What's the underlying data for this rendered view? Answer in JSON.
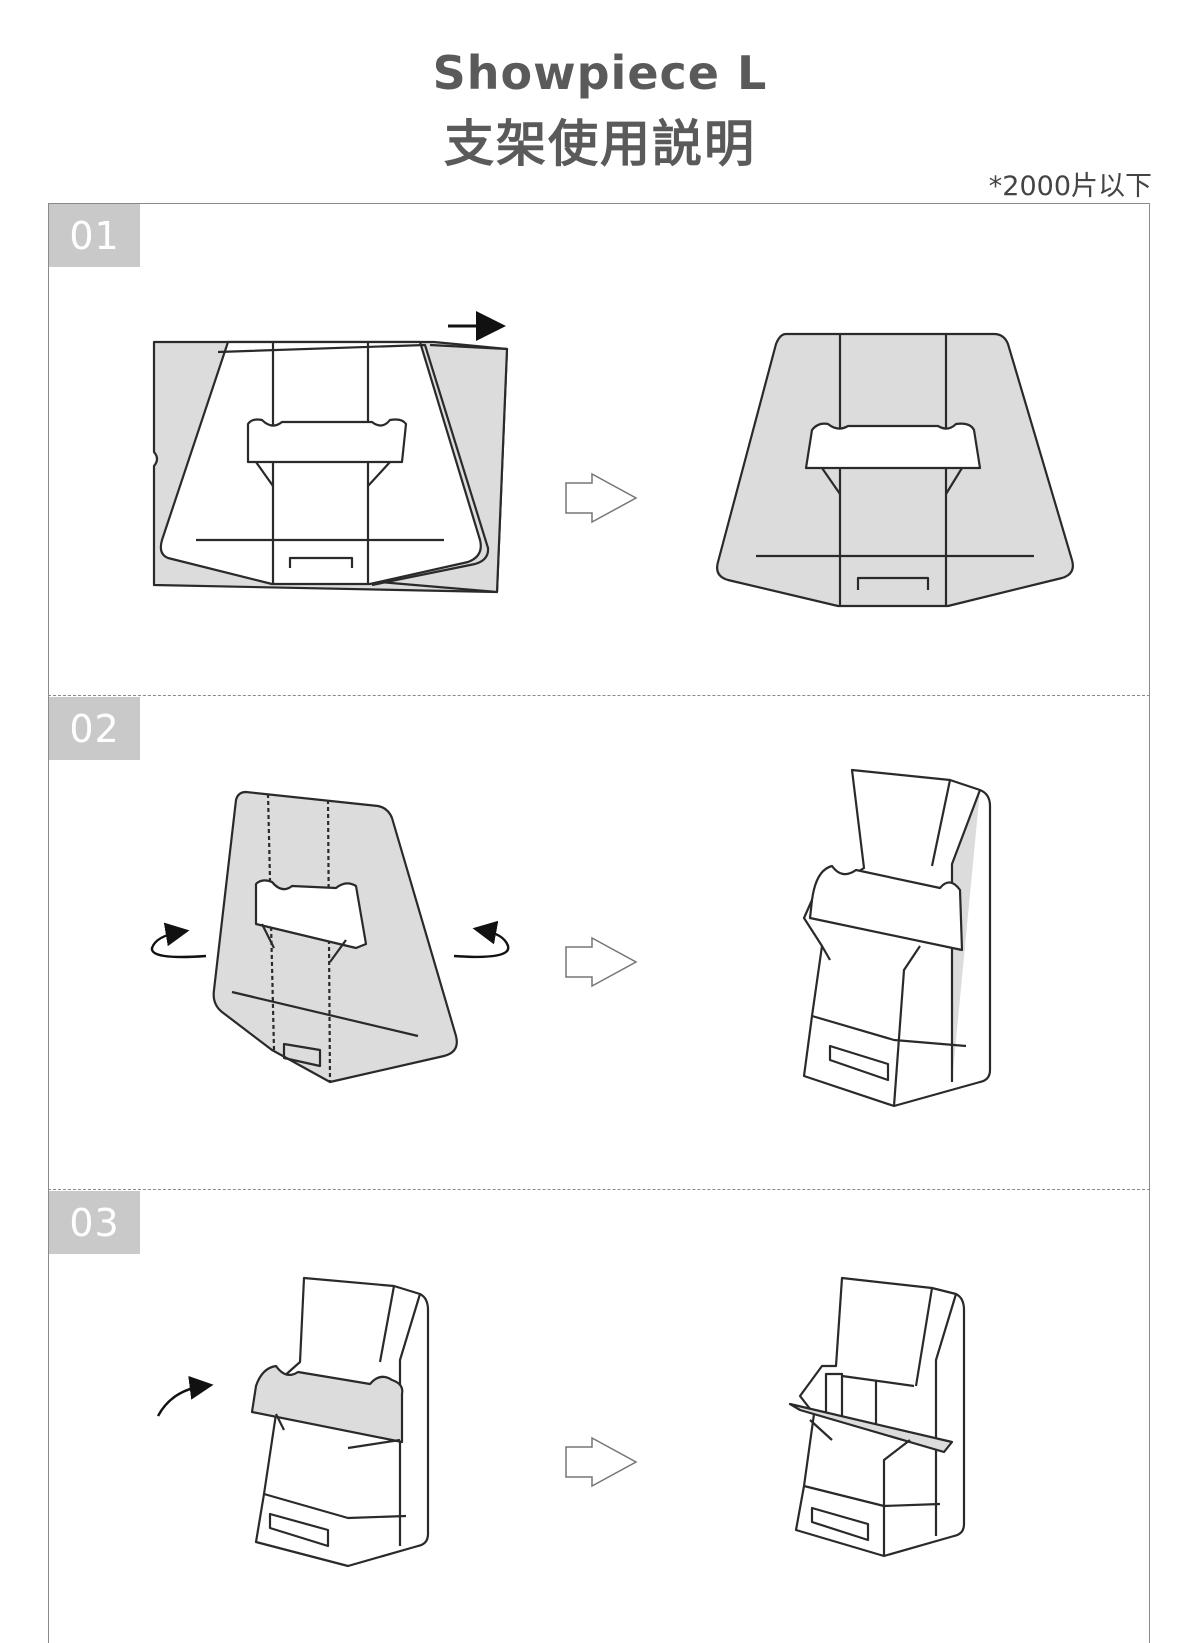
{
  "header": {
    "title_en": "Showpiece L",
    "title_zh": "支架使用説明",
    "note": "*2000片以下"
  },
  "steps": [
    {
      "number": "01"
    },
    {
      "number": "02"
    },
    {
      "number": "03"
    }
  ],
  "colors": {
    "line": "#2a2a2a",
    "fill_gray": "#dcdcdc",
    "badge_gray": "#c9c9c9",
    "frame": "#8a8a8a"
  }
}
